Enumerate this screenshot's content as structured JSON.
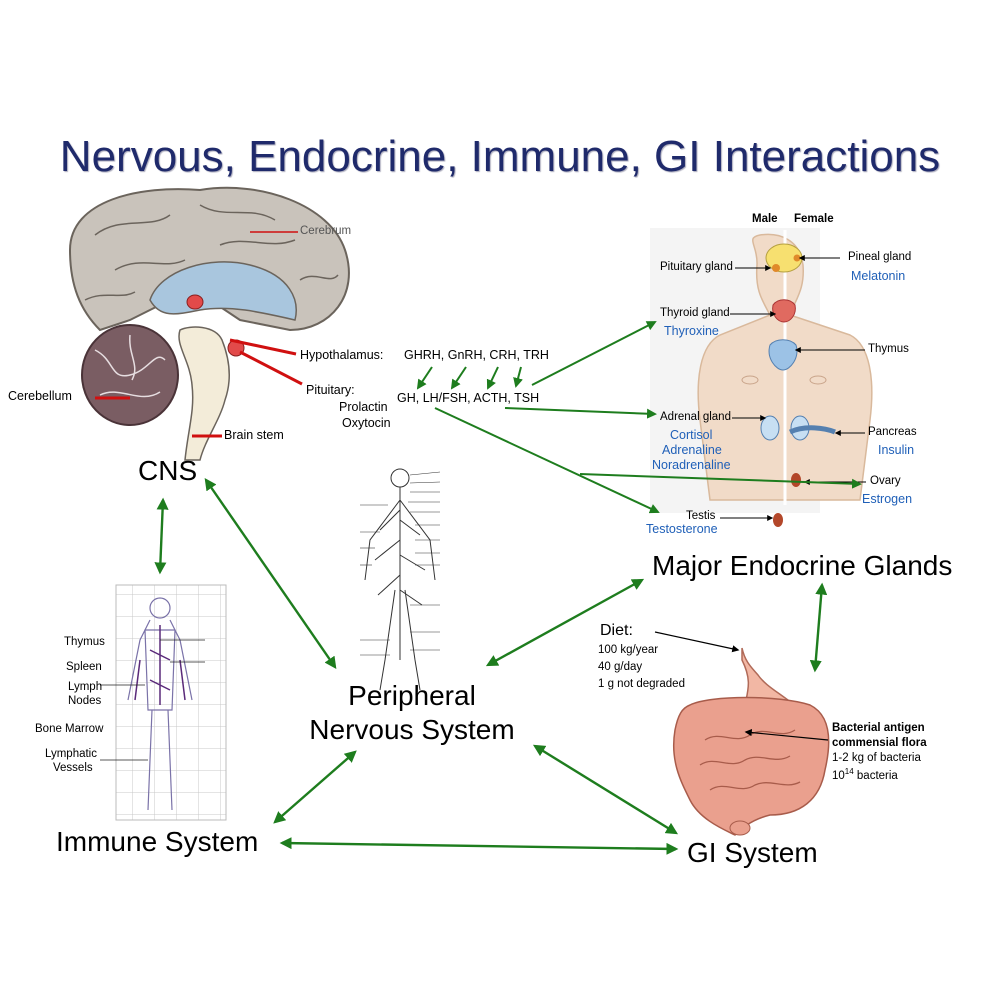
{
  "title": "Nervous, Endocrine, Immune, GI Interactions",
  "nodes": {
    "cns": "CNS",
    "pns_line1": "Peripheral",
    "pns_line2": "Nervous System",
    "endocrine": "Major Endocrine Glands",
    "immune": "Immune System",
    "gi": "GI System"
  },
  "brain": {
    "cerebrum": "Cerebrum",
    "cerebellum": "Cerebellum",
    "brain_stem": "Brain stem",
    "hypothalamus": "Hypothalamus:",
    "hypothalamus_hormones": "GHRH, GnRH, CRH, TRH",
    "pituitary": "Pituitary:",
    "pituitary_hormones": "GH, LH/FSH,  ACTH, TSH",
    "prolactin": "Prolactin",
    "oxytocin": "Oxytocin"
  },
  "body": {
    "male": "Male",
    "female": "Female",
    "pituitary_gland": "Pituitary gland",
    "pineal_gland": "Pineal gland",
    "melatonin": "Melatonin",
    "thyroid_gland": "Thyroid gland",
    "thyroxine": "Thyroxine",
    "thymus": "Thymus",
    "adrenal_gland": "Adrenal gland",
    "cortisol": "Cortisol",
    "adrenaline": "Adrenaline",
    "noradrenaline": "Noradrenaline",
    "pancreas": "Pancreas",
    "insulin": "Insulin",
    "ovary": "Ovary",
    "estrogen": "Estrogen",
    "testis": "Testis",
    "testosterone": "Testosterone"
  },
  "immune_fig": {
    "thymus": "Thymus",
    "spleen": "Spleen",
    "lymph1": "Lymph",
    "lymph2": "Nodes",
    "bone_marrow": "Bone Marrow",
    "lymphatic1": "Lymphatic",
    "lymphatic2": "Vessels"
  },
  "gi_fig": {
    "diet": "Diet:",
    "diet1": "100 kg/year",
    "diet2": "40 g/day",
    "diet3": "1 g not degraded",
    "bacterial1": "Bacterial antigen",
    "bacterial2": "commensial flora",
    "bacterial3": "1-2 kg of bacteria",
    "bacterial4_base": "10",
    "bacterial4_sup": "14",
    "bacterial4_rest": " bacteria"
  },
  "colors": {
    "title": "#1f2a6b",
    "arrow": "#1e7d1e",
    "hormone_text": "#2060b8",
    "brain_label_line": "#d01010"
  }
}
